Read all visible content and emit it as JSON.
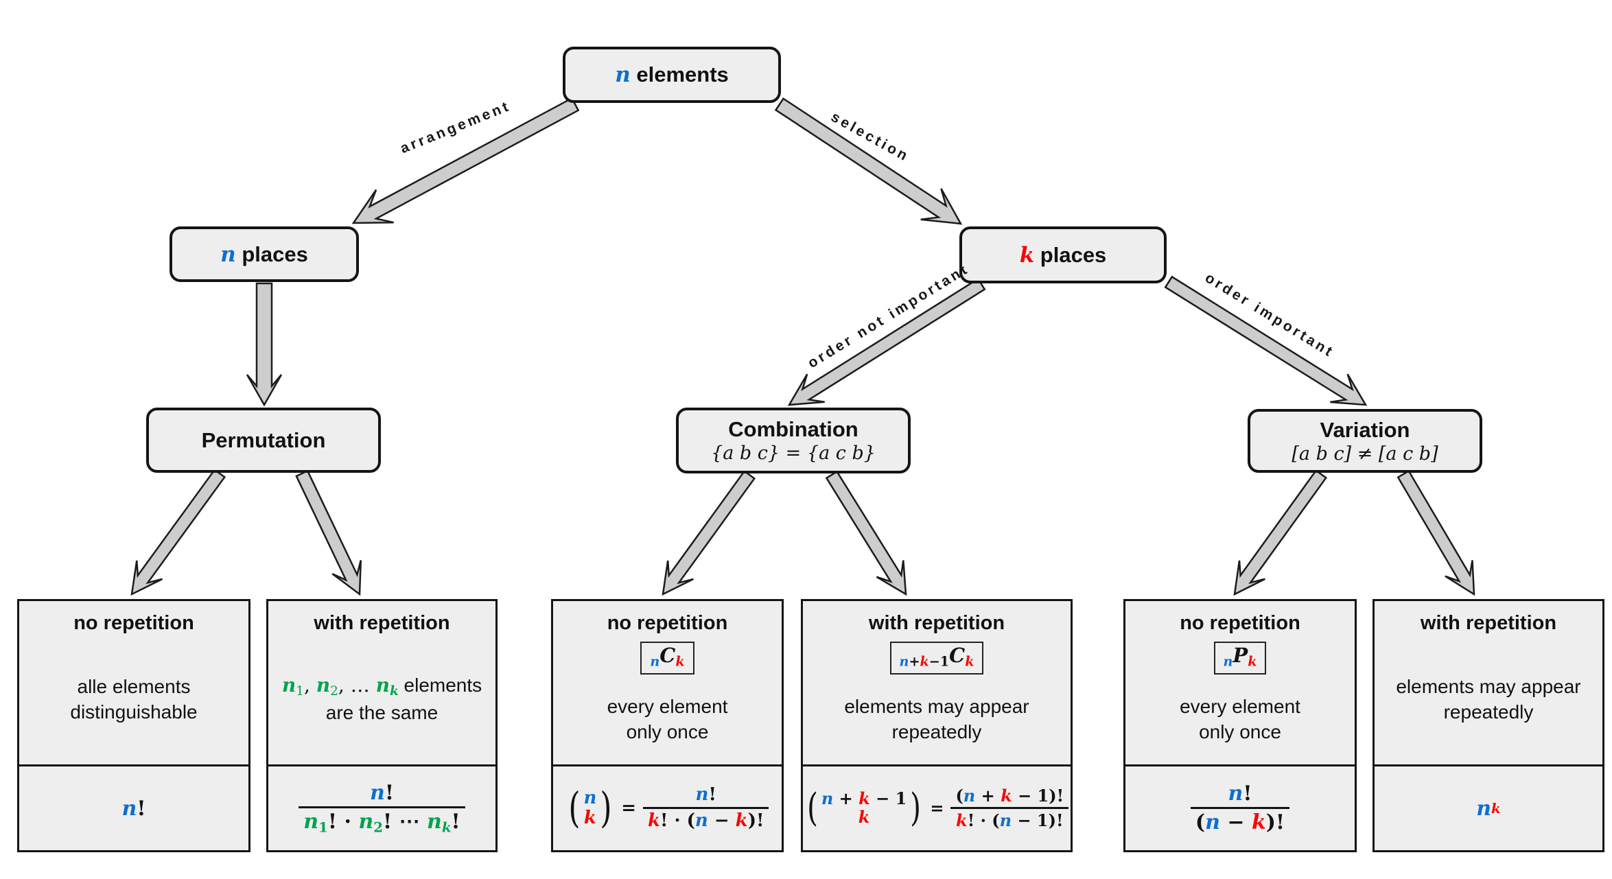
{
  "palette": {
    "blue": "#0d6fd0",
    "red": "#f80603",
    "green": "#00a34e",
    "text": "#111111",
    "box_fill": "#eeeeee",
    "box_border": "#141414",
    "arrow_fill": "#cdcdcd",
    "arrow_outline": "#1c1c1c"
  },
  "nodes": {
    "root": {
      "tokens": [
        {
          "t": "n",
          "c": "b",
          "f": "v"
        },
        {
          "t": " elements",
          "f": "s"
        }
      ]
    },
    "n_places": {
      "tokens": [
        {
          "t": "n",
          "c": "b",
          "f": "v"
        },
        {
          "t": " places",
          "f": "s"
        }
      ]
    },
    "k_places": {
      "tokens": [
        {
          "t": "k",
          "c": "r",
          "f": "v"
        },
        {
          "t": " places",
          "f": "s"
        }
      ]
    },
    "permutation": {
      "tokens": [
        {
          "t": "Permutation",
          "f": "s"
        }
      ]
    },
    "combination": {
      "tokens": [
        {
          "t": "Combination",
          "f": "s"
        }
      ],
      "subtitle": [
        {
          "t": "{a b c} = {a c b}",
          "f": "i"
        }
      ]
    },
    "variation": {
      "tokens": [
        {
          "t": "Variation",
          "f": "s"
        }
      ],
      "subtitle": [
        {
          "t": "[a b c] ≠ [a c b]",
          "f": "i"
        }
      ]
    }
  },
  "edges": {
    "arrangement": "arrangement",
    "selection": "selection",
    "order_not_important": "order not important",
    "order_important": "order important"
  },
  "leaves": [
    {
      "title": "no repetition",
      "symbol": null,
      "desc": [
        [
          {
            "t": "alle elements",
            "f": "t"
          }
        ],
        [
          {
            "t": "distinguishable",
            "f": "t"
          }
        ]
      ],
      "formula": {
        "type": "plain",
        "tokens": [
          {
            "t": "n",
            "c": "b",
            "f": "v"
          },
          {
            "t": "!",
            "f": "p"
          }
        ]
      }
    },
    {
      "title": "with repetition",
      "symbol": null,
      "desc": [
        [
          {
            "t": "n",
            "c": "g",
            "f": "v"
          },
          {
            "t": "1",
            "c": "g",
            "f": "p",
            "pos": "sub"
          },
          {
            "t": ", ",
            "f": "p"
          },
          {
            "t": "n",
            "c": "g",
            "f": "v"
          },
          {
            "t": "2",
            "c": "g",
            "f": "p",
            "pos": "sub"
          },
          {
            "t": ", … ",
            "f": "p"
          },
          {
            "t": "n",
            "c": "g",
            "f": "v"
          },
          {
            "t": "k",
            "c": "g",
            "f": "v",
            "pos": "sub"
          },
          {
            "t": " elements",
            "f": "t"
          }
        ],
        [
          {
            "t": "are the same",
            "f": "t"
          }
        ]
      ],
      "formula": {
        "type": "frac",
        "num": [
          {
            "t": "n",
            "c": "b",
            "f": "v"
          },
          {
            "t": "!",
            "f": "p"
          }
        ],
        "den": [
          {
            "t": "n",
            "c": "g",
            "f": "v"
          },
          {
            "t": "1",
            "c": "g",
            "f": "p",
            "pos": "sub"
          },
          {
            "t": "! · ",
            "f": "p"
          },
          {
            "t": "n",
            "c": "g",
            "f": "v"
          },
          {
            "t": "2",
            "c": "g",
            "f": "p",
            "pos": "sub"
          },
          {
            "t": "! ⋯ ",
            "f": "p"
          },
          {
            "t": "n",
            "c": "g",
            "f": "v"
          },
          {
            "t": "k",
            "c": "g",
            "f": "v",
            "pos": "sub"
          },
          {
            "t": "!",
            "f": "p"
          }
        ]
      }
    },
    {
      "title": "no repetition",
      "symbol": [
        {
          "t": "n",
          "c": "b",
          "f": "v",
          "pos": "sub"
        },
        {
          "t": "C",
          "f": "v"
        },
        {
          "t": "k",
          "c": "r",
          "f": "v",
          "pos": "sub"
        }
      ],
      "desc": [
        [
          {
            "t": "every element",
            "f": "t"
          }
        ],
        [
          {
            "t": "only once",
            "f": "t"
          }
        ]
      ],
      "formula": {
        "type": "binom",
        "top": [
          {
            "t": "n",
            "c": "b",
            "f": "v"
          }
        ],
        "bot": [
          {
            "t": "k",
            "c": "r",
            "f": "v"
          }
        ],
        "num": [
          {
            "t": "n",
            "c": "b",
            "f": "v"
          },
          {
            "t": "!",
            "f": "p"
          }
        ],
        "den": [
          {
            "t": "k",
            "c": "r",
            "f": "v"
          },
          {
            "t": "! · (",
            "f": "p"
          },
          {
            "t": "n",
            "c": "b",
            "f": "v"
          },
          {
            "t": " − ",
            "f": "p"
          },
          {
            "t": "k",
            "c": "r",
            "f": "v"
          },
          {
            "t": ")!",
            "f": "p"
          }
        ]
      }
    },
    {
      "title": "with repetition",
      "symbol": [
        {
          "t": "n",
          "c": "b",
          "f": "v",
          "pos": "sub"
        },
        {
          "t": "+",
          "f": "p",
          "pos": "sub"
        },
        {
          "t": "k",
          "c": "r",
          "f": "v",
          "pos": "sub"
        },
        {
          "t": "−1",
          "f": "p",
          "pos": "sub"
        },
        {
          "t": "C",
          "f": "v"
        },
        {
          "t": "k",
          "c": "r",
          "f": "v",
          "pos": "sub"
        }
      ],
      "desc": [
        [
          {
            "t": "elements may appear",
            "f": "t"
          }
        ],
        [
          {
            "t": "repeatedly",
            "f": "t"
          }
        ]
      ],
      "formula": {
        "type": "binom",
        "top": [
          {
            "t": "n",
            "c": "b",
            "f": "v"
          },
          {
            "t": " + ",
            "f": "p"
          },
          {
            "t": "k",
            "c": "r",
            "f": "v"
          },
          {
            "t": " − 1",
            "f": "p"
          }
        ],
        "bot": [
          {
            "t": "k",
            "c": "r",
            "f": "v"
          }
        ],
        "num": [
          {
            "t": "(",
            "f": "p"
          },
          {
            "t": "n",
            "c": "b",
            "f": "v"
          },
          {
            "t": " + ",
            "f": "p"
          },
          {
            "t": "k",
            "c": "r",
            "f": "v"
          },
          {
            "t": " − 1)!",
            "f": "p"
          }
        ],
        "den": [
          {
            "t": "k",
            "c": "r",
            "f": "v"
          },
          {
            "t": "! · (",
            "f": "p"
          },
          {
            "t": "n",
            "c": "b",
            "f": "v"
          },
          {
            "t": " − 1)!",
            "f": "p"
          }
        ]
      }
    },
    {
      "title": "no repetition",
      "symbol": [
        {
          "t": "n",
          "c": "b",
          "f": "v",
          "pos": "sub"
        },
        {
          "t": "P",
          "f": "v"
        },
        {
          "t": "k",
          "c": "r",
          "f": "v",
          "pos": "sub"
        }
      ],
      "desc": [
        [
          {
            "t": "every element",
            "f": "t"
          }
        ],
        [
          {
            "t": "only once",
            "f": "t"
          }
        ]
      ],
      "formula": {
        "type": "frac",
        "num": [
          {
            "t": "n",
            "c": "b",
            "f": "v"
          },
          {
            "t": "!",
            "f": "p"
          }
        ],
        "den": [
          {
            "t": "(",
            "f": "p"
          },
          {
            "t": "n",
            "c": "b",
            "f": "v"
          },
          {
            "t": " − ",
            "f": "p"
          },
          {
            "t": "k",
            "c": "r",
            "f": "v"
          },
          {
            "t": ")!",
            "f": "p"
          }
        ]
      }
    },
    {
      "title": "with repetition",
      "symbol": null,
      "desc": [
        [
          {
            "t": "elements may appear",
            "f": "t"
          }
        ],
        [
          {
            "t": "repeatedly",
            "f": "t"
          }
        ]
      ],
      "formula": {
        "type": "plain",
        "tokens": [
          {
            "t": "n",
            "c": "b",
            "f": "v"
          },
          {
            "t": "k",
            "c": "r",
            "f": "v",
            "pos": "sup"
          }
        ]
      }
    }
  ]
}
